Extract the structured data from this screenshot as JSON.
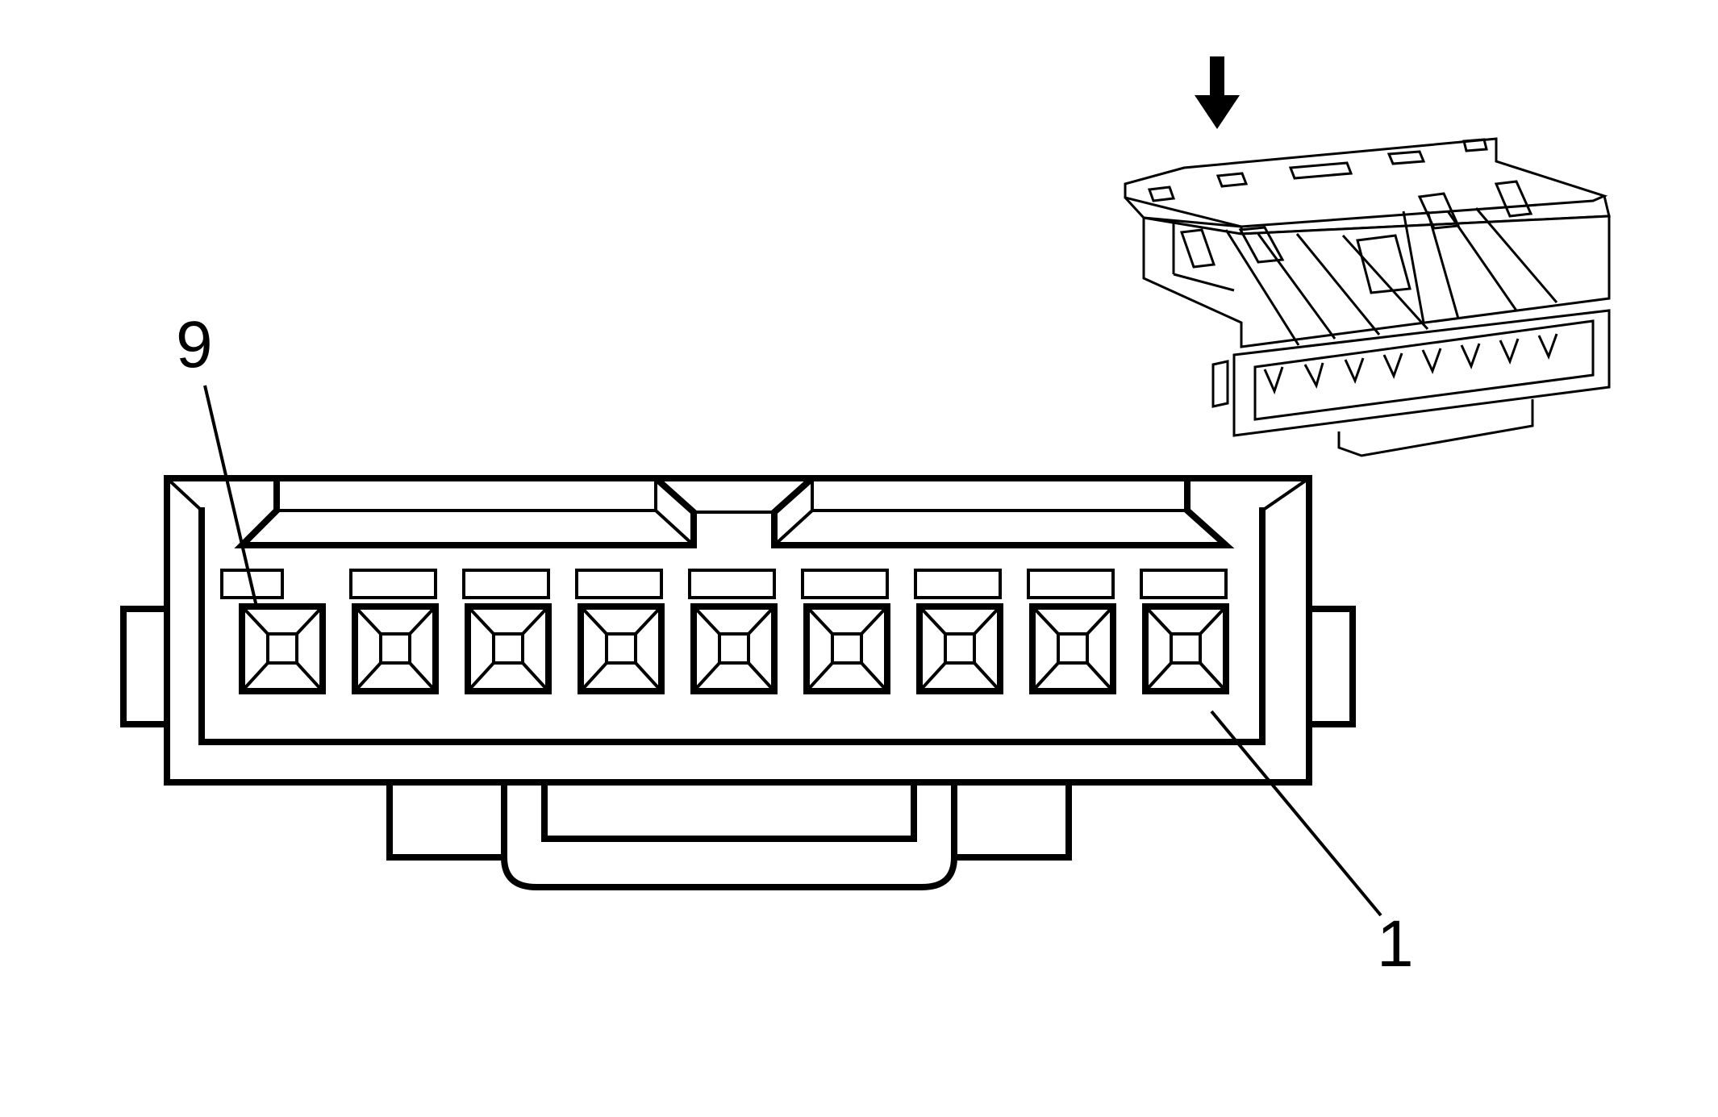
{
  "labels": {
    "pin_first": "1",
    "pin_last": "9"
  },
  "connector": {
    "cavity_count": 9
  }
}
